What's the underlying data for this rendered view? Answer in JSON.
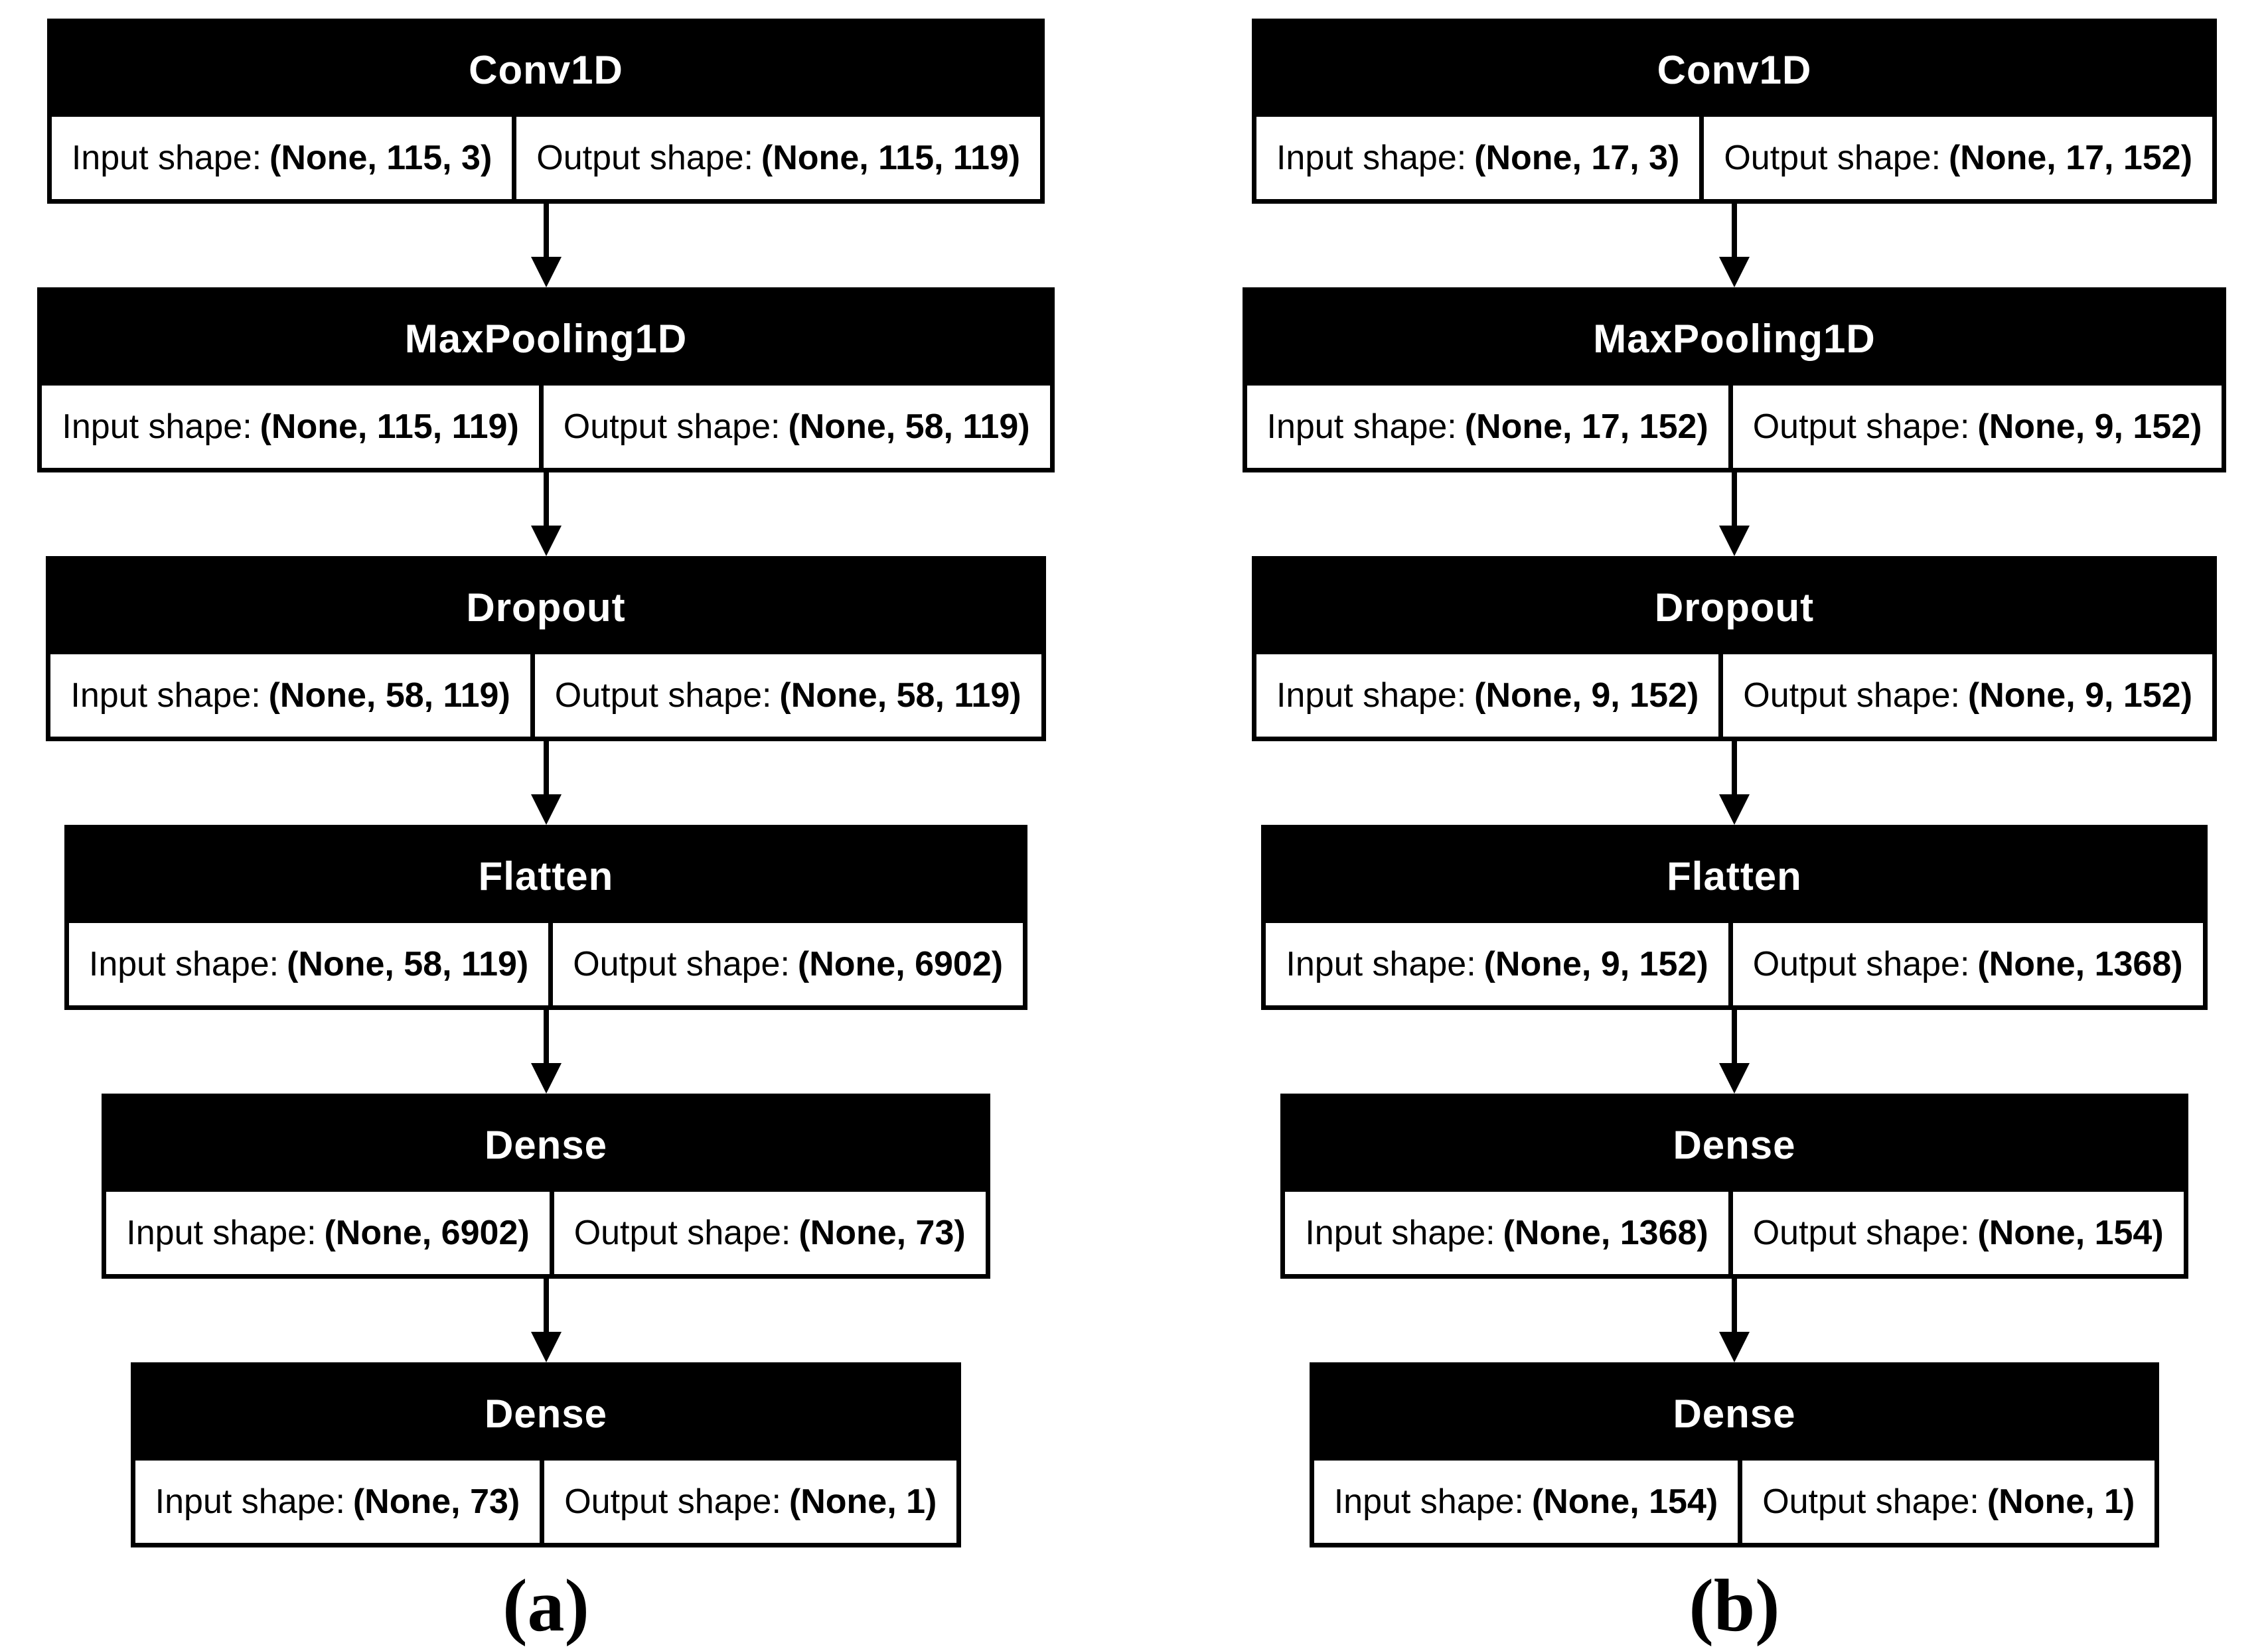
{
  "strings": {
    "input_prefix": "Input shape:",
    "output_prefix": "Output shape:"
  },
  "colors": {
    "box_bg": "#000000",
    "header_text": "#ffffff",
    "cell_bg": "#ffffff",
    "cell_text": "#000000"
  },
  "diagrams": [
    {
      "label": "(a)",
      "layers": [
        {
          "name": "Conv1D",
          "input_shape": "(None, 115, 3)",
          "output_shape": "(None, 115, 119)"
        },
        {
          "name": "MaxPooling1D",
          "input_shape": "(None, 115, 119)",
          "output_shape": "(None, 58, 119)"
        },
        {
          "name": "Dropout",
          "input_shape": "(None, 58, 119)",
          "output_shape": "(None, 58, 119)"
        },
        {
          "name": "Flatten",
          "input_shape": "(None, 58, 119)",
          "output_shape": "(None, 6902)"
        },
        {
          "name": "Dense",
          "input_shape": "(None, 6902)",
          "output_shape": "(None, 73)"
        },
        {
          "name": "Dense",
          "input_shape": "(None, 73)",
          "output_shape": "(None, 1)"
        }
      ]
    },
    {
      "label": "(b)",
      "layers": [
        {
          "name": "Conv1D",
          "input_shape": "(None, 17, 3)",
          "output_shape": "(None, 17, 152)"
        },
        {
          "name": "MaxPooling1D",
          "input_shape": "(None, 17, 152)",
          "output_shape": "(None, 9, 152)"
        },
        {
          "name": "Dropout",
          "input_shape": "(None, 9, 152)",
          "output_shape": "(None, 9, 152)"
        },
        {
          "name": "Flatten",
          "input_shape": "(None, 9, 152)",
          "output_shape": "(None, 1368)"
        },
        {
          "name": "Dense",
          "input_shape": "(None, 1368)",
          "output_shape": "(None, 154)"
        },
        {
          "name": "Dense",
          "input_shape": "(None, 154)",
          "output_shape": "(None, 1)"
        }
      ]
    }
  ]
}
